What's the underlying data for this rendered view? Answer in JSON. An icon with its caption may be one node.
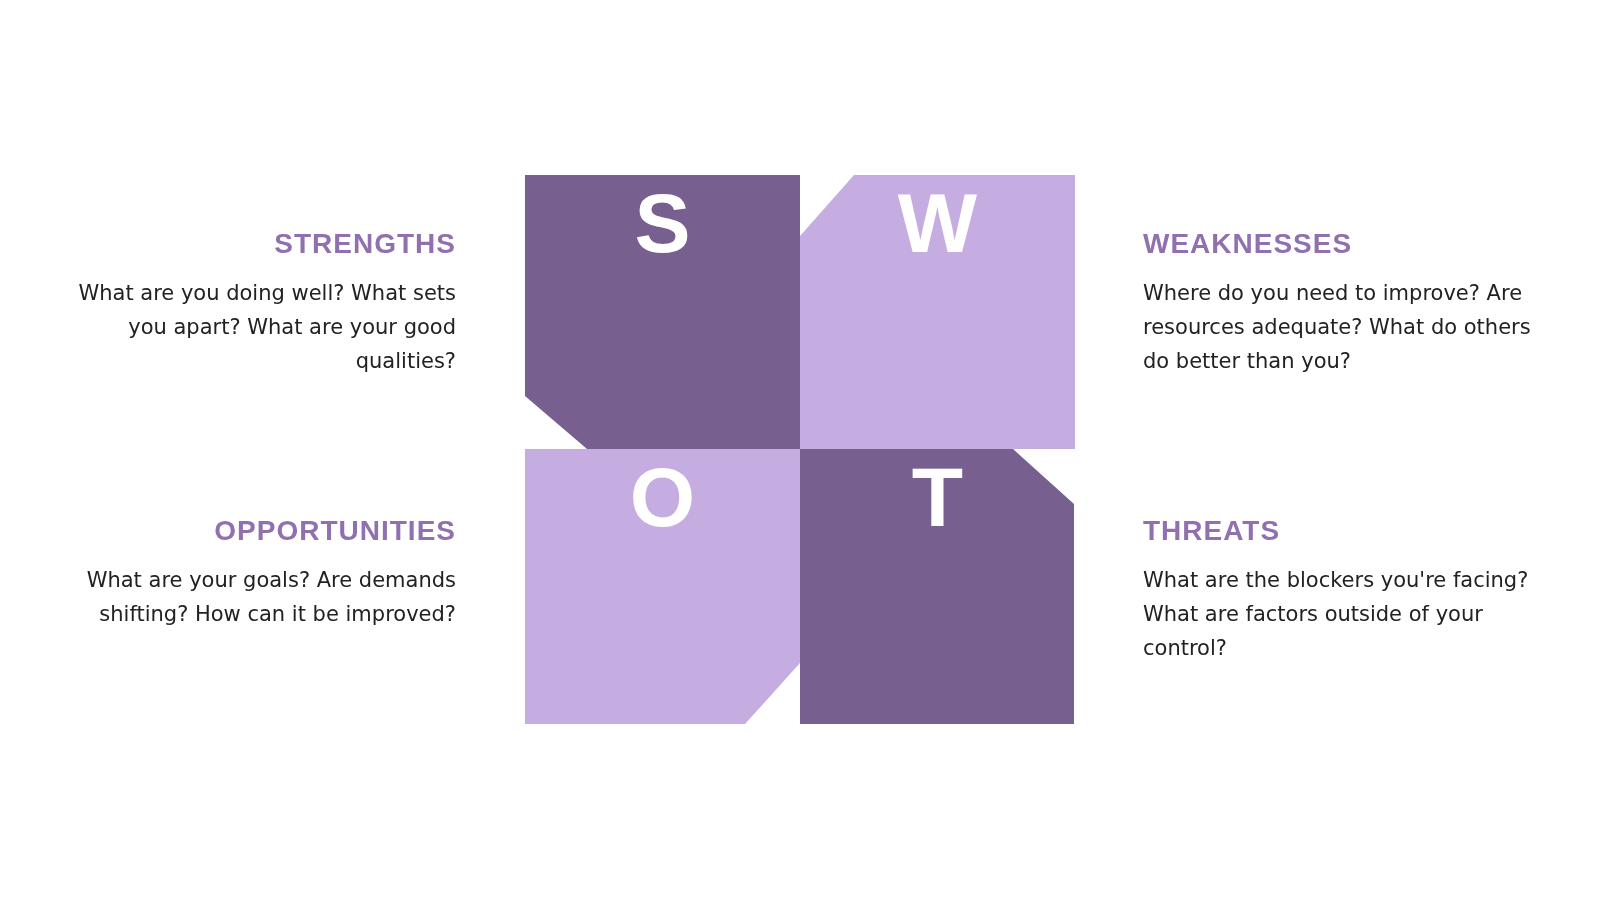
{
  "diagram": {
    "nodes": [
      {
        "text": [
          "S"
        ],
        "beside": [
          "STRENGTHS",
          "What are you doing well? What sets you apart? What are your good qualities?"
        ]
      },
      {
        "text": [
          "W"
        ],
        "beside": [
          "WEAKNESSES",
          "Where do you need to improve? Are resources adequate? What do others do better than you?"
        ]
      },
      {
        "text": [
          "O"
        ],
        "beside": [
          "OPPORTUNITIES",
          "What are your goals? Are demands shifting? How can it be improved?"
        ]
      },
      {
        "text": [
          "T"
        ],
        "beside": [
          "THREATS",
          "What are the blockers you're facing? What are factors outside of your control?"
        ]
      }
    ]
  }
}
